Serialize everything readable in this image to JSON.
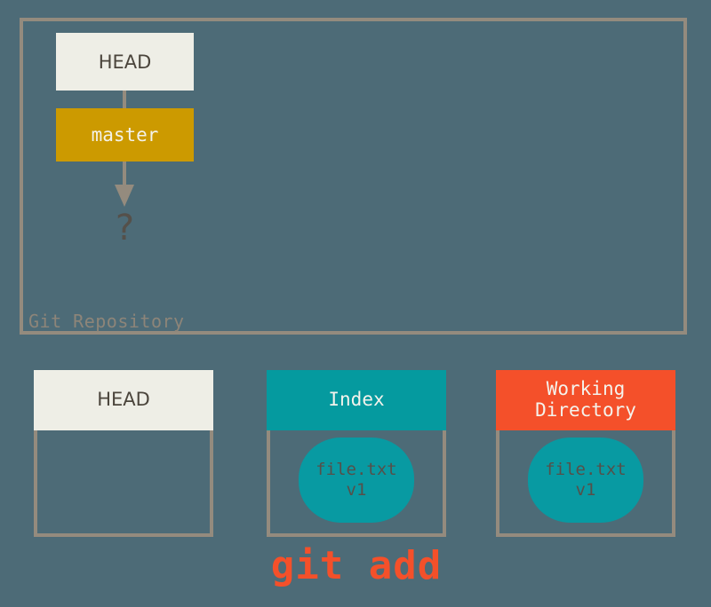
{
  "colors": {
    "background": "#4d6b77",
    "frame_border": "#948b7e",
    "head_fill": "#eeeee6",
    "master_fill": "#cc9a00",
    "index_fill": "#059a9f",
    "working_directory_fill": "#f4502a",
    "blob_fill": "#089aa2",
    "command_text": "#f4502a",
    "dark_text": "#4b453c",
    "repo_label_text": "#8d8579"
  },
  "repository": {
    "label": "Git Repository",
    "head_box": {
      "label": "HEAD"
    },
    "branch_box": {
      "label": "master"
    },
    "commit_placeholder": {
      "label": "?"
    }
  },
  "areas": [
    {
      "id": "head",
      "title": "HEAD",
      "font": "sans",
      "blob": null
    },
    {
      "id": "index",
      "title": "Index",
      "font": "mono",
      "blob": {
        "filename": "file.txt",
        "version": "v1"
      }
    },
    {
      "id": "working-directory",
      "title": "Working\nDirectory",
      "title_line1": "Working",
      "title_line2": "Directory",
      "font": "mono",
      "blob": {
        "filename": "file.txt",
        "version": "v1"
      }
    }
  ],
  "command": {
    "label": "git add"
  }
}
